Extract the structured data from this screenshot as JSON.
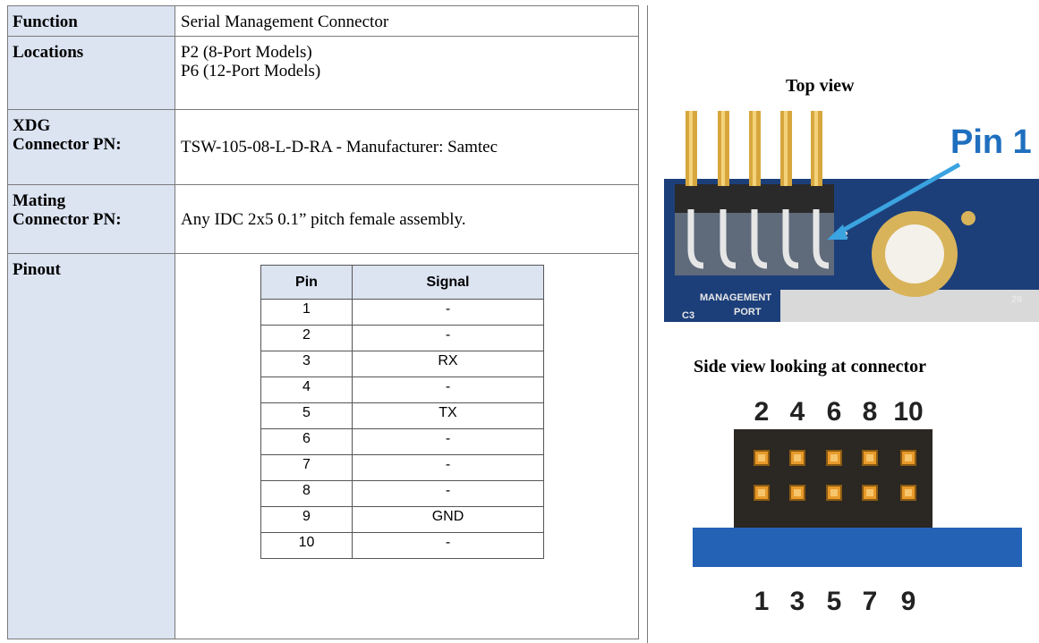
{
  "spec": {
    "function_label": "Function",
    "function_value": "Serial Management Connector",
    "locations_label": "Locations",
    "locations_line1": "P2 (8-Port Models)",
    "locations_line2": "P6 (12-Port Models)",
    "xdg_label_line1": "XDG",
    "xdg_label_line2": "Connector PN:",
    "xdg_value": "TSW-105-08-L-D-RA - Manufacturer: Samtec",
    "mating_label_line1": "Mating",
    "mating_label_line2": "Connector PN:",
    "mating_value": "Any IDC 2x5 0.1” pitch female assembly.",
    "pinout_label": "Pinout"
  },
  "pinout": {
    "headers": [
      "Pin",
      "Signal"
    ],
    "rows": [
      [
        "1",
        "-"
      ],
      [
        "2",
        "-"
      ],
      [
        "3",
        "RX"
      ],
      [
        "4",
        "-"
      ],
      [
        "5",
        "TX"
      ],
      [
        "6",
        "-"
      ],
      [
        "7",
        "-"
      ],
      [
        "8",
        "-"
      ],
      [
        "9",
        "GND"
      ],
      [
        "10",
        "-"
      ]
    ]
  },
  "figures": {
    "top_view_caption": "Top view",
    "pin1_label": "Pin 1",
    "board_silk_line1": "MANAGEMENT",
    "board_silk_line2": "PORT",
    "board_silk_c3": "C3",
    "board_silk_26": "26",
    "board_silk_2": "2",
    "side_view_caption": "Side view looking at connector",
    "top_pin_numbers": [
      "2",
      "4",
      "6",
      "8",
      "10"
    ],
    "bottom_pin_numbers": [
      "1",
      "3",
      "5",
      "7",
      "9"
    ],
    "colors": {
      "pin1_text": "#1f6fbf",
      "pin1_arrow": "#3aa3e0",
      "board": "#1c3f7a",
      "connector_body": "#2b2722",
      "pad": "#e89a2a",
      "base_strip": "#2462b6"
    }
  }
}
